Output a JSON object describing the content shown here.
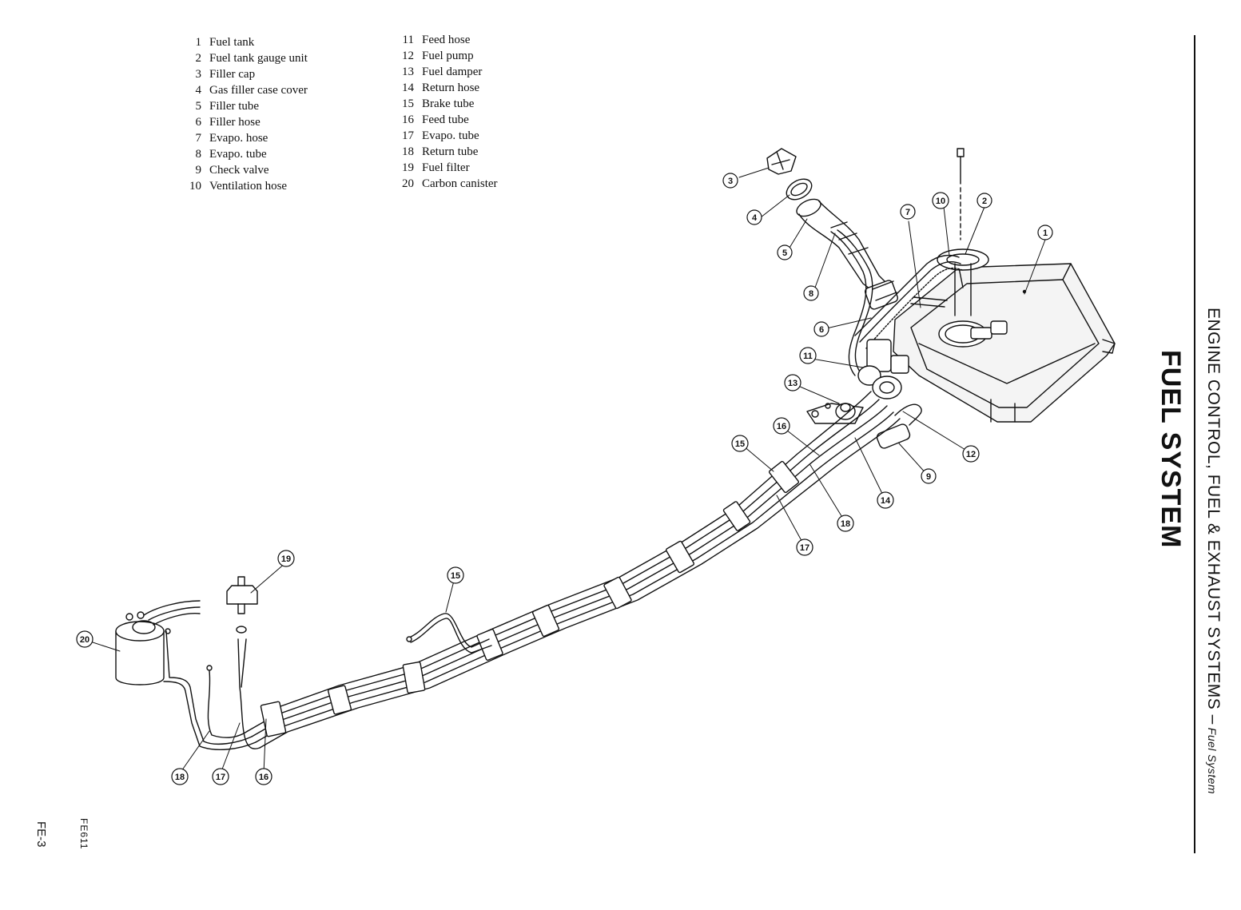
{
  "legend": {
    "left": [
      {
        "num": "1",
        "label": "Fuel tank"
      },
      {
        "num": "2",
        "label": "Fuel tank gauge unit"
      },
      {
        "num": "3",
        "label": "Filler cap"
      },
      {
        "num": "4",
        "label": "Gas filler case cover"
      },
      {
        "num": "5",
        "label": "Filler tube"
      },
      {
        "num": "6",
        "label": "Filler hose"
      },
      {
        "num": "7",
        "label": "Evapo. hose"
      },
      {
        "num": "8",
        "label": "Evapo. tube"
      },
      {
        "num": "9",
        "label": "Check valve"
      },
      {
        "num": "10",
        "label": "Ventilation hose"
      }
    ],
    "right": [
      {
        "num": "11",
        "label": "Feed hose"
      },
      {
        "num": "12",
        "label": "Fuel pump"
      },
      {
        "num": "13",
        "label": "Fuel damper"
      },
      {
        "num": "14",
        "label": "Return hose"
      },
      {
        "num": "15",
        "label": "Brake tube"
      },
      {
        "num": "16",
        "label": "Feed tube"
      },
      {
        "num": "17",
        "label": "Evapo. tube"
      },
      {
        "num": "18",
        "label": "Return tube"
      },
      {
        "num": "19",
        "label": "Fuel filter"
      },
      {
        "num": "20",
        "label": "Carbon canister"
      }
    ]
  },
  "callouts": {
    "c1": "1",
    "c2": "2",
    "c3": "3",
    "c4": "4",
    "c5": "5",
    "c6": "6",
    "c7": "7",
    "c8": "8",
    "c9": "9",
    "c10": "10",
    "c11": "11",
    "c12": "12",
    "c13": "13",
    "c14": "14",
    "c15a": "15",
    "c15b": "15",
    "c16a": "16",
    "c16b": "16",
    "c17a": "17",
    "c17b": "17",
    "c18a": "18",
    "c18b": "18",
    "c19": "19",
    "c20": "20"
  },
  "side": {
    "section_title": "ENGINE CONTROL, FUEL & EXHAUST SYSTEMS –",
    "section_sub": "Fuel System",
    "chapter_title": "FUEL SYSTEM"
  },
  "figure_code": "FE611",
  "page_number": "FE-3"
}
